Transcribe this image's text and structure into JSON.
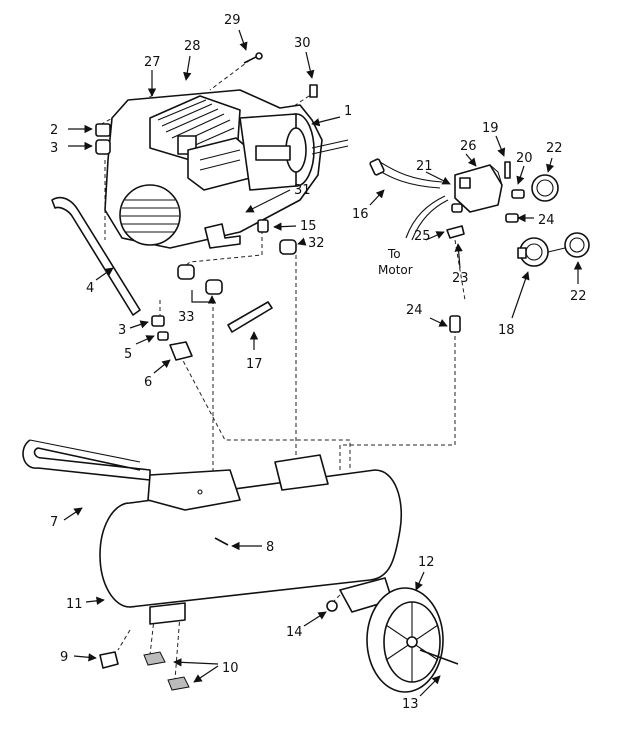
{
  "diagram": {
    "callouts": {
      "c1": "1",
      "c2": "2",
      "c3a": "3",
      "c3b": "3",
      "c4": "4",
      "c5": "5",
      "c6": "6",
      "c7": "7",
      "c8": "8",
      "c9": "9",
      "c10": "10",
      "c11": "11",
      "c12": "12",
      "c13": "13",
      "c14": "14",
      "c15": "15",
      "c16": "16",
      "c17": "17",
      "c18": "18",
      "c19": "19",
      "c20": "20",
      "c21": "21",
      "c22a": "22",
      "c22b": "22",
      "c23": "23",
      "c24a": "24",
      "c24b": "24",
      "c25": "25",
      "c26": "26",
      "c27": "27",
      "c28": "28",
      "c29": "29",
      "c30": "30",
      "c31": "31",
      "c32": "32",
      "c33": "33"
    },
    "notes": {
      "to_motor_line1": "To",
      "to_motor_line2": "Motor"
    }
  }
}
